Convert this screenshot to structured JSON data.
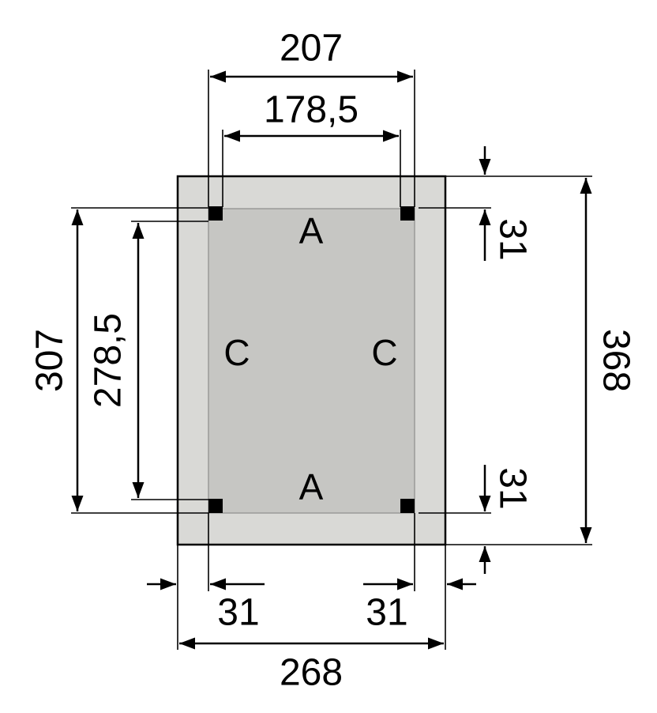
{
  "colors": {
    "outer_frame": "#d9d9d6",
    "inner_panel": "#c6c6c3",
    "line": "#000000",
    "post": "#000000"
  },
  "dimensions": {
    "top_outer": "207",
    "top_inner": "178,5",
    "left_outer": "307",
    "left_inner": "278,5",
    "right_total": "368",
    "right_top_offset": "31",
    "right_bottom_offset": "31",
    "bottom_left_offset": "31",
    "bottom_right_offset": "31",
    "bottom_total": "268"
  },
  "panels": {
    "top": "A",
    "bottom": "A",
    "left": "C",
    "right": "C"
  }
}
